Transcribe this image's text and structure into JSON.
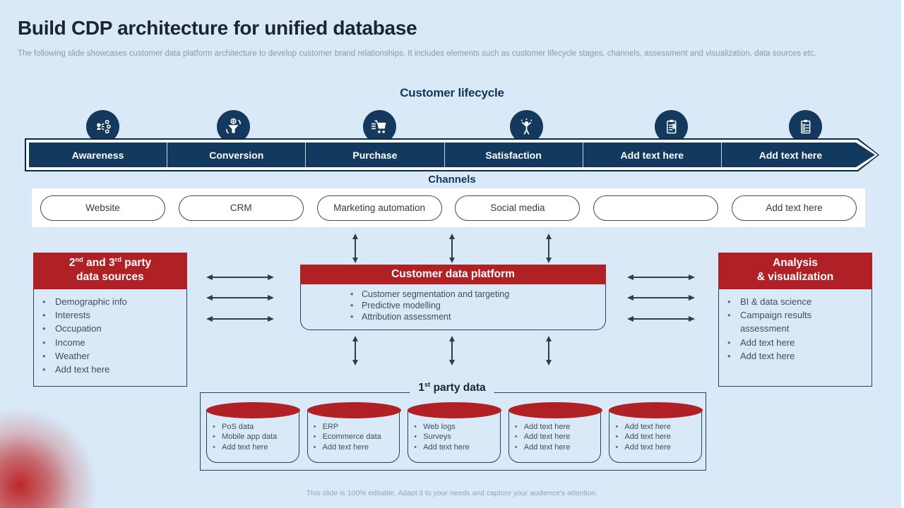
{
  "slide": {
    "title": "Build CDP architecture for unified database",
    "subtitle": "The following slide showcases customer data platform architecture to develop customer brand relationships. It includes elements such as customer lifecycle stages, channels, assessment and visualization, data sources etc.",
    "footer": "This slide is 100% editable. Adapt it to your needs and capture your audience's attention."
  },
  "lifecycle": {
    "heading": "Customer lifecycle",
    "stages": [
      {
        "label": "Awareness",
        "icon": "audience-megaphone-icon"
      },
      {
        "label": "Conversion",
        "icon": "funnel-dollar-icon"
      },
      {
        "label": "Purchase",
        "icon": "shopping-cart-icon"
      },
      {
        "label": "Satisfaction",
        "icon": "celebrating-person-icon"
      },
      {
        "label": "Add text here",
        "icon": "clipboard-icon"
      },
      {
        "label": "Add text here",
        "icon": "checklist-icon"
      }
    ]
  },
  "channels": {
    "heading": "Channels",
    "items": [
      "Website",
      "CRM",
      "Marketing automation",
      "Social media",
      "",
      "Add text here"
    ]
  },
  "second_third_party": {
    "title": {
      "t1": "2",
      "s1": "nd",
      "t2": " and 3",
      "s2": "rd",
      "t3": " party",
      "line2": "data sources"
    },
    "bullets": [
      "Demographic info",
      "Interests",
      "Occupation",
      "Income",
      "Weather",
      "Add text here"
    ]
  },
  "cdp": {
    "title": "Customer data platform",
    "bullets": [
      "Customer segmentation and targeting",
      "Predictive modelling",
      "Attribution assessment"
    ]
  },
  "analysis": {
    "title_line1": "Analysis",
    "title_line2": "& visualization",
    "bullets": [
      "BI & data science",
      "Campaign results assessment",
      "Add text here",
      "Add text here"
    ]
  },
  "first_party": {
    "heading": {
      "t1": "1",
      "s1": "st",
      "t2": " party data"
    },
    "cylinders": [
      {
        "items": [
          "PoS data",
          "Mobile app data",
          "Add text here"
        ]
      },
      {
        "items": [
          "ERP",
          "Ecommerce data",
          "Add text here"
        ]
      },
      {
        "items": [
          "Web logs",
          "Surveys",
          "Add text here"
        ]
      },
      {
        "items": [
          "Add text here",
          "Add text here",
          "Add text here"
        ]
      },
      {
        "items": [
          "Add text here",
          "Add text here",
          "Add text here"
        ]
      }
    ]
  },
  "colors": {
    "page_bg": "#d9e9f8",
    "navy": "#14395c",
    "red": "#b02125",
    "title_text": "#1c2531",
    "body_text": "#3f4e5c",
    "muted_text": "#8e99a3",
    "arrow": "#2f3e4c"
  }
}
